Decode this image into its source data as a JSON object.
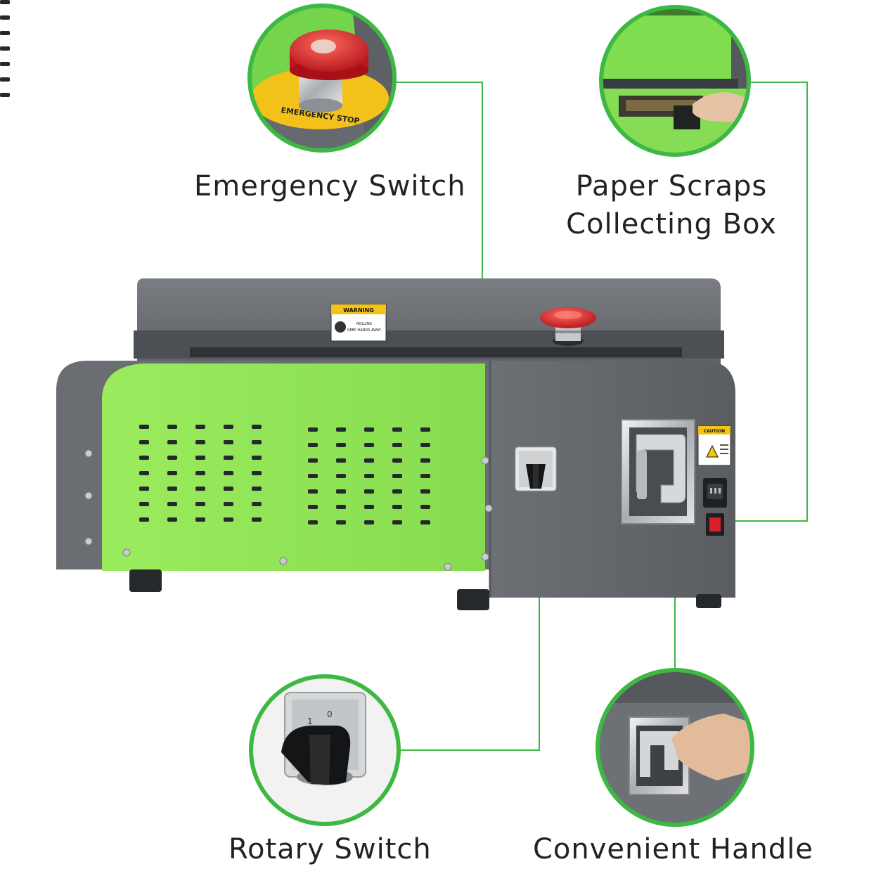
{
  "colors": {
    "accent_green": "#3db843",
    "machine_green": "#8fe356",
    "machine_gray": "#6b6f73",
    "button_red": "#d8262b",
    "label_text": "#222222"
  },
  "callouts": {
    "emergency_switch": {
      "label": "Emergency Switch"
    },
    "paper_scraps_box": {
      "label_line1": "Paper Scraps",
      "label_line2": "Collecting Box"
    },
    "rotary_switch": {
      "label": "Rotary Switch"
    },
    "convenient_handle": {
      "label": "Convenient Handle"
    }
  },
  "machine": {
    "warning_sticker": {
      "title": "WARNING",
      "line1": "ROLLING",
      "line2": "KEEP HANDS AWAY"
    },
    "caution_sticker": {
      "title": "CAUTION"
    },
    "estop_ring_text": "EMERGENCY STOP",
    "rotary_positions": [
      "1",
      "0"
    ]
  },
  "icons": {
    "emergency_button": "emergency-stop-icon",
    "rotary_knob": "rotary-knob-icon",
    "handle": "handle-icon",
    "power_socket": "power-socket-icon"
  }
}
